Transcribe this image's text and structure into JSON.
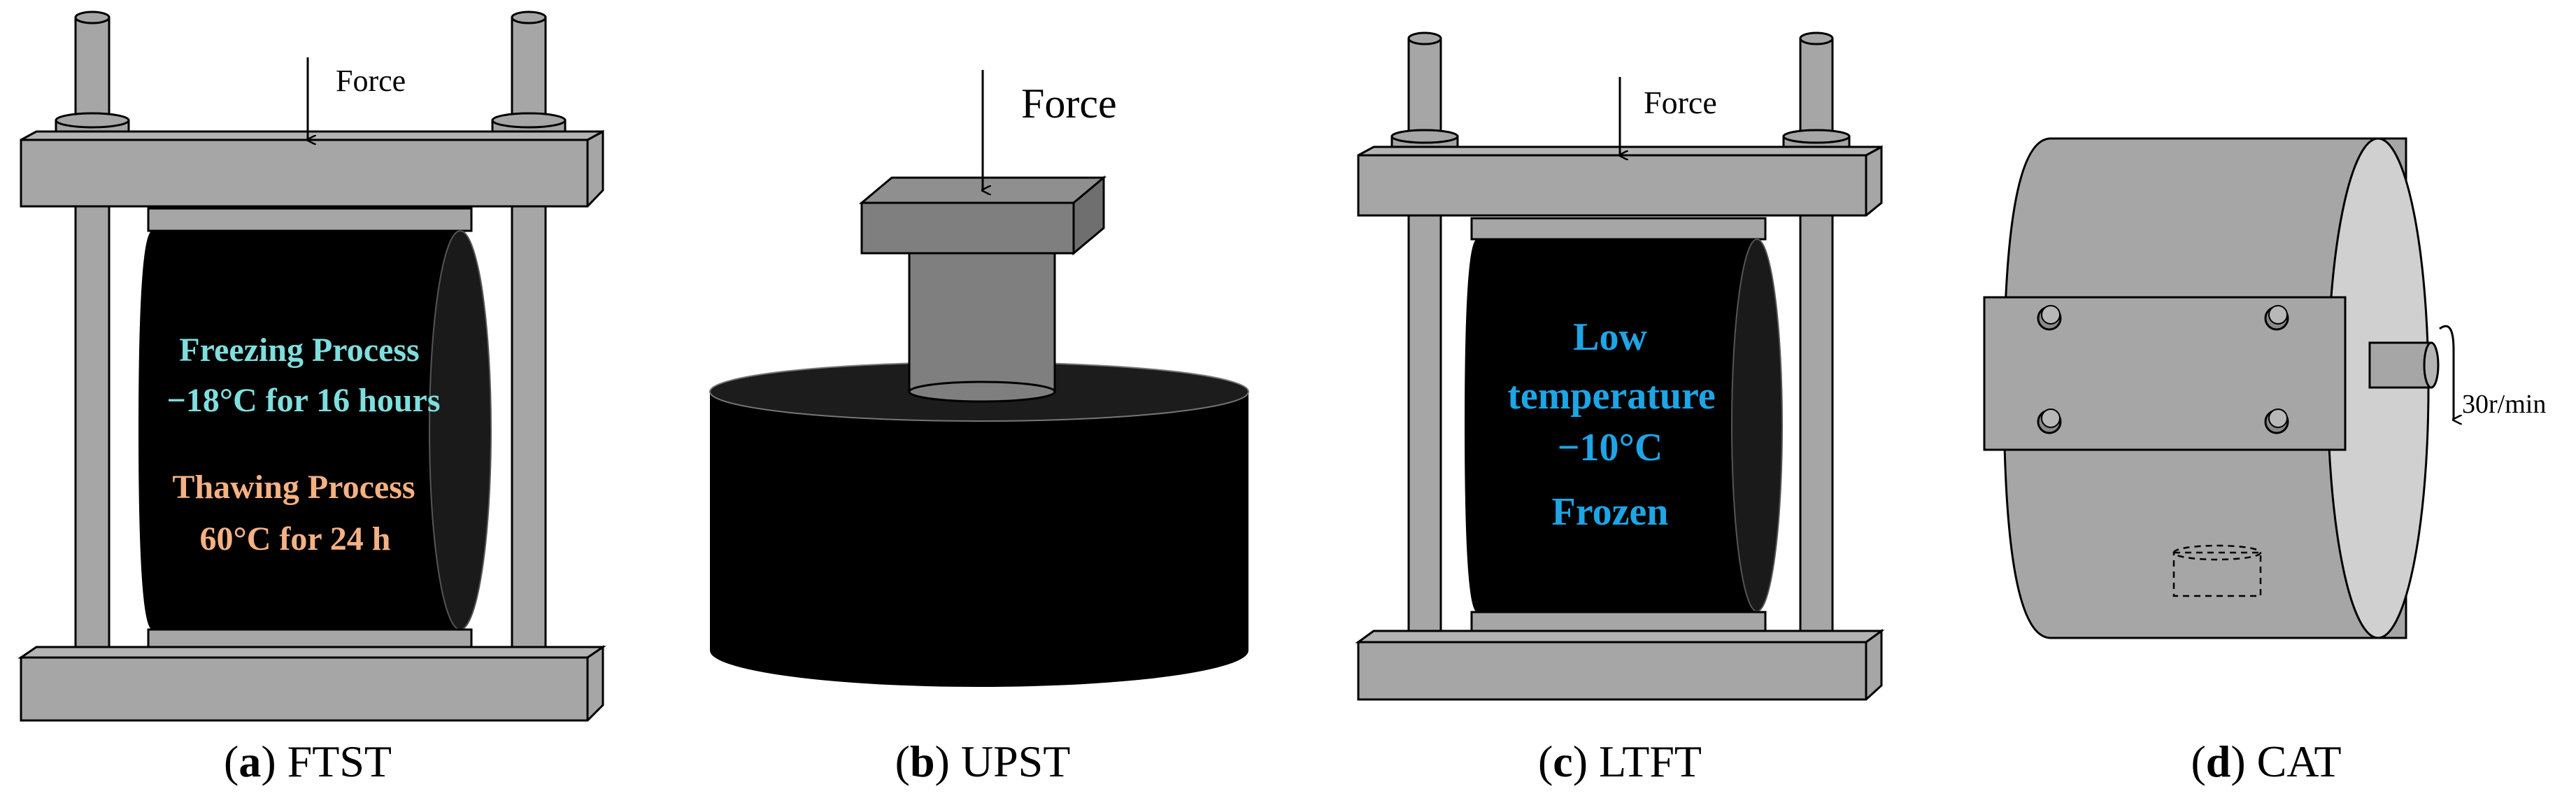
{
  "panels": {
    "a": {
      "caption_letter": "a",
      "caption_text": " FTST",
      "force_label": "Force",
      "freeze_line1": "Freezing Process",
      "freeze_line2": "−18°C for 16 hours",
      "thaw_line1": "Thawing Process",
      "thaw_line2": "60°C for 24 h"
    },
    "b": {
      "caption_letter": "b",
      "caption_text": " UPST",
      "force_label": "Force"
    },
    "c": {
      "caption_letter": "c",
      "caption_text": " LTFT",
      "force_label": "Force",
      "line1": "Low",
      "line2": "temperature",
      "line3": "−10°C",
      "line4": "Frozen"
    },
    "d": {
      "caption_letter": "d",
      "caption_text": " CAT",
      "speed_label": "30r/min"
    }
  },
  "colors": {
    "frame_gray": "#a6a6a6",
    "dark_gray": "#7f7f7f",
    "specimen_black": "#000000",
    "freeze_text": "#7fdede",
    "thaw_text": "#f4b183",
    "low_temp_text": "#1ea5e6",
    "drum_light": "#d0d0d0"
  }
}
